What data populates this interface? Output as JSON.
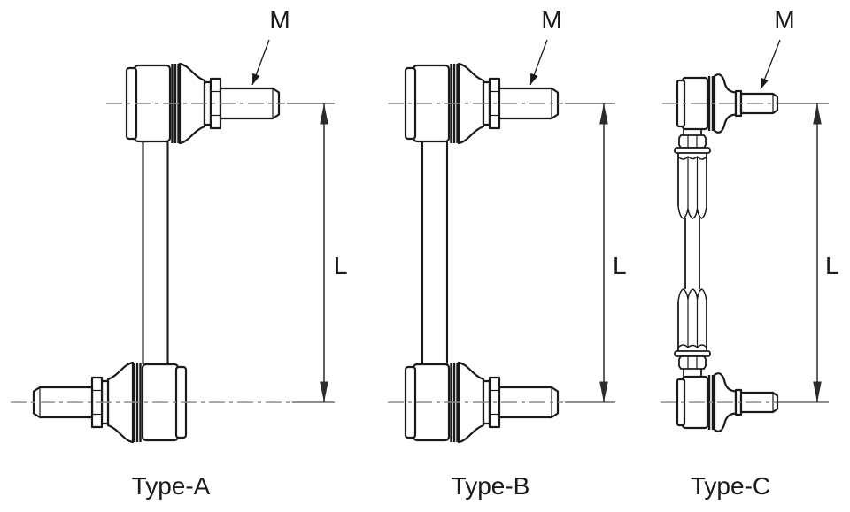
{
  "figures": [
    {
      "caption": "Type-A",
      "thread_label": "M",
      "length_label": "L"
    },
    {
      "caption": "Type-B",
      "thread_label": "M",
      "length_label": "L"
    },
    {
      "caption": "Type-C",
      "thread_label": "M",
      "length_label": "L"
    }
  ],
  "colors": {
    "background": "#ffffff",
    "outline": "#1a1a1a",
    "centerline": "#8c8c8c",
    "dimension": "#2b2b2b",
    "text": "#1a1a1a"
  }
}
